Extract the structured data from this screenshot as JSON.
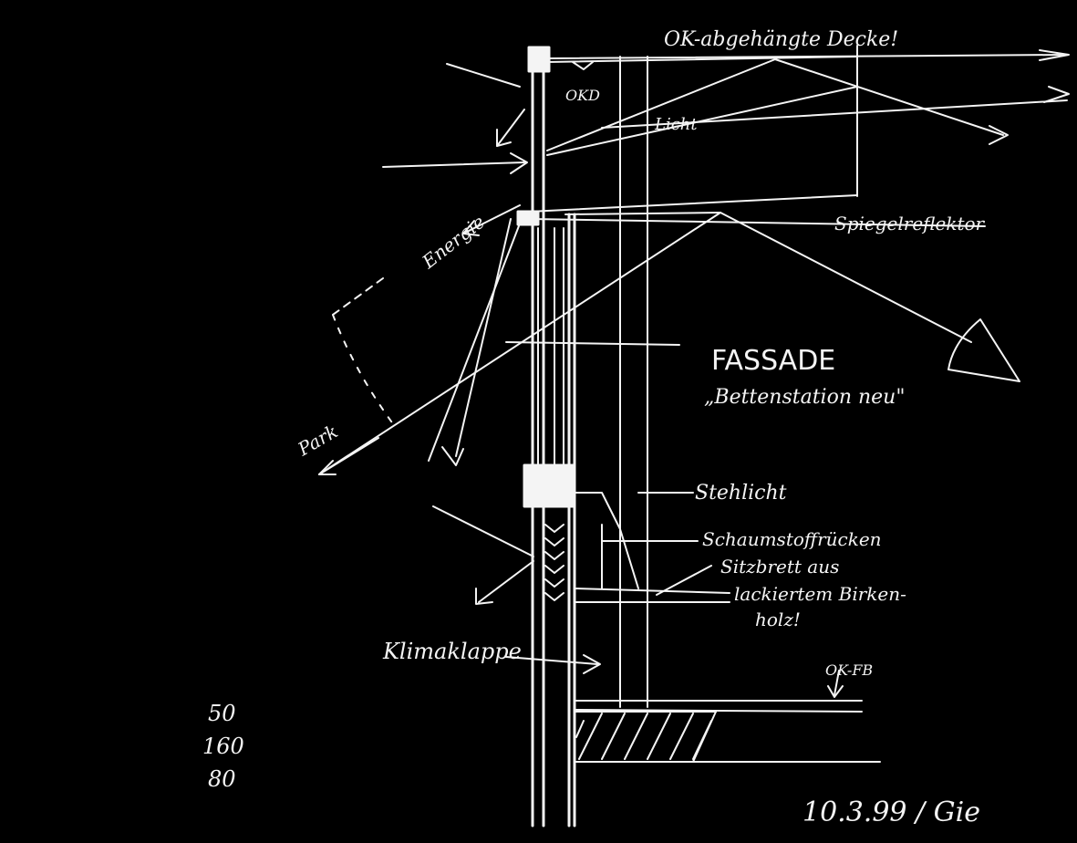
{
  "labels": {
    "ok_decke": "OK-abgehängte Decke!",
    "okd": "OKD",
    "licht": "Licht",
    "spiegelreflektor": "Spiegelreflektor",
    "energie": "Energie",
    "fassade_title": "FASSADE",
    "fassade_subtitle": "„Bettenstation neu\"",
    "park": "Park",
    "stehlicht": "Stehlicht",
    "schaumstoffruecken": "Schaumstoffrücken",
    "sitzbrett_line1": "Sitzbrett aus",
    "sitzbrett_line2": "lackiertem Birken-",
    "sitzbrett_line3": "holz!",
    "klimaklappe": "Klimaklappe",
    "ok_fb": "OK-FB",
    "date_sig": "10.3.99 / Gie"
  },
  "dimensions": [
    "50",
    "160",
    "80"
  ],
  "colors": {
    "background": "#000000",
    "ink": "#f4f4f4"
  }
}
